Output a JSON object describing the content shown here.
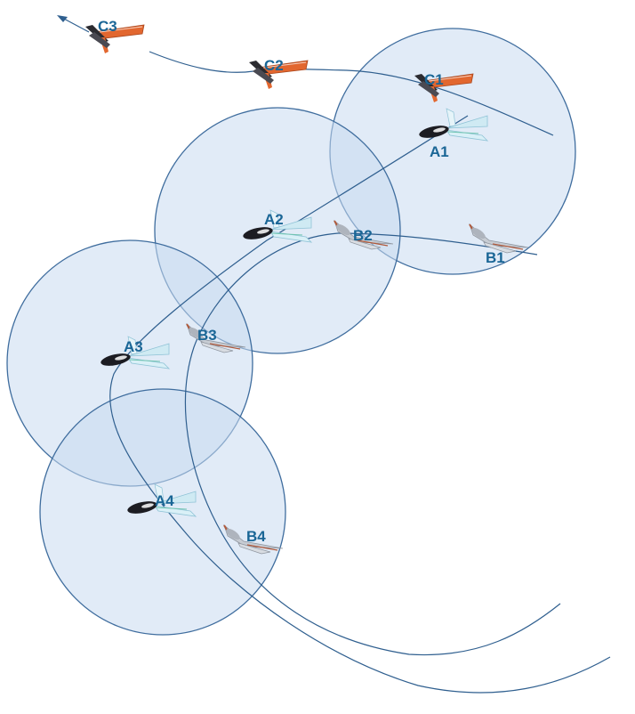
{
  "labels": {
    "a1": "A1",
    "a2": "A2",
    "a3": "A3",
    "a4": "A4",
    "b1": "B1",
    "b2": "B2",
    "b3": "B3",
    "b4": "B4",
    "c1": "C1",
    "c2": "C2",
    "c3": "C3"
  },
  "colors": {
    "zone_fill": "#c9dbf0",
    "zone_stroke": "#3f6d9e",
    "track": "#2f5f8f",
    "label": "#1a6696",
    "drone_a_wing": "#cfeaf3",
    "drone_a_body": "#1c1c22",
    "drone_b_body": "#c7ccd3",
    "drone_b_accent": "#b05a3c",
    "drone_c_wing": "#e2672f",
    "drone_c_body": "#2b2b30"
  },
  "icons": {
    "group_a": "flying-wing-drone-icon",
    "group_b": "glider-drone-icon",
    "group_c": "jet-drone-icon"
  }
}
